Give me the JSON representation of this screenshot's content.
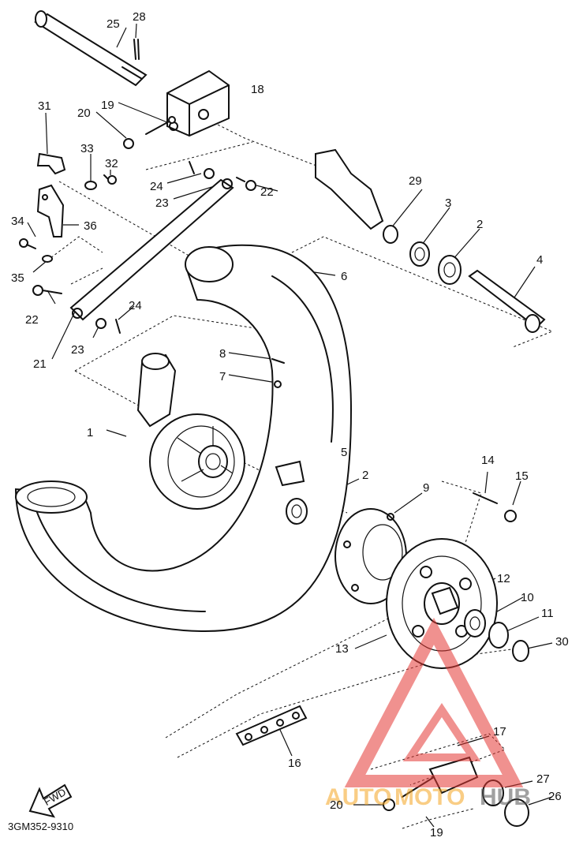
{
  "diagram": {
    "code": "3GM352-9310",
    "fwd": "FWD",
    "callouts": [
      "1",
      "2",
      "2",
      "3",
      "4",
      "5",
      "6",
      "7",
      "8",
      "9",
      "10",
      "11",
      "12",
      "13",
      "14",
      "15",
      "16",
      "17",
      "18",
      "19",
      "19",
      "20",
      "20",
      "21",
      "22",
      "22",
      "23",
      "23",
      "24",
      "24",
      "25",
      "26",
      "27",
      "28",
      "29",
      "30",
      "31",
      "32",
      "33",
      "34",
      "35",
      "36"
    ]
  },
  "watermark": {
    "text_left": "AUTO",
    "text_mid": "MOTO",
    "text_right": "HUB",
    "color_left": "#f5a623",
    "color_right": "#555555",
    "triangle_color": "#e53935"
  }
}
